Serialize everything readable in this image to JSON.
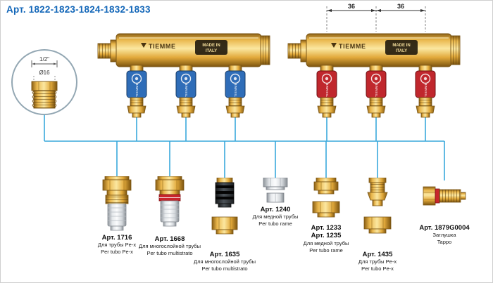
{
  "title": "Арт.  1822-1823-1824-1832-1833",
  "colors": {
    "title_blue": "#1266b8",
    "line_blue": "#3aa9dc",
    "valve_blue": "#2f6db8",
    "valve_red": "#c0272d",
    "brass_mid": "#e8b64c"
  },
  "detail_circle": {
    "thread_size": "1/2\"",
    "diameter": "Ø16"
  },
  "manifold": {
    "logo": "TIEMME",
    "made_in_line1": "MADE IN",
    "made_in_line2": "ITALY",
    "valve_label": "TIEMME"
  },
  "dimensions": {
    "span1": "36",
    "span2": "36"
  },
  "fittings": [
    {
      "art": "Арт. 1716",
      "desc1": "Для трубы Pe-x",
      "desc2": "Per tubo Pe-x"
    },
    {
      "art": "Арт. 1668",
      "desc1": "Для многослойной трубы",
      "desc2": "Per tubo multistrato"
    },
    {
      "art": "Арт. 1635",
      "desc1": "Для многослойной трубы",
      "desc2": "Per tubo multistrato"
    },
    {
      "art": "Арт. 1240",
      "desc1": "Для медной трубы",
      "desc2": "Per tubo rame"
    },
    {
      "art": "Арт. 1233",
      "art2": "Арт. 1235",
      "desc1": "Для медной трубы",
      "desc2": "Per tubo rame"
    },
    {
      "art": "Арт. 1435",
      "desc1": "Для трубы Pe-x",
      "desc2": "Per tubo Pe-x"
    },
    {
      "art": "Арт. 1879G0004",
      "desc1": "Заглушка",
      "desc2": "Tappo"
    }
  ]
}
